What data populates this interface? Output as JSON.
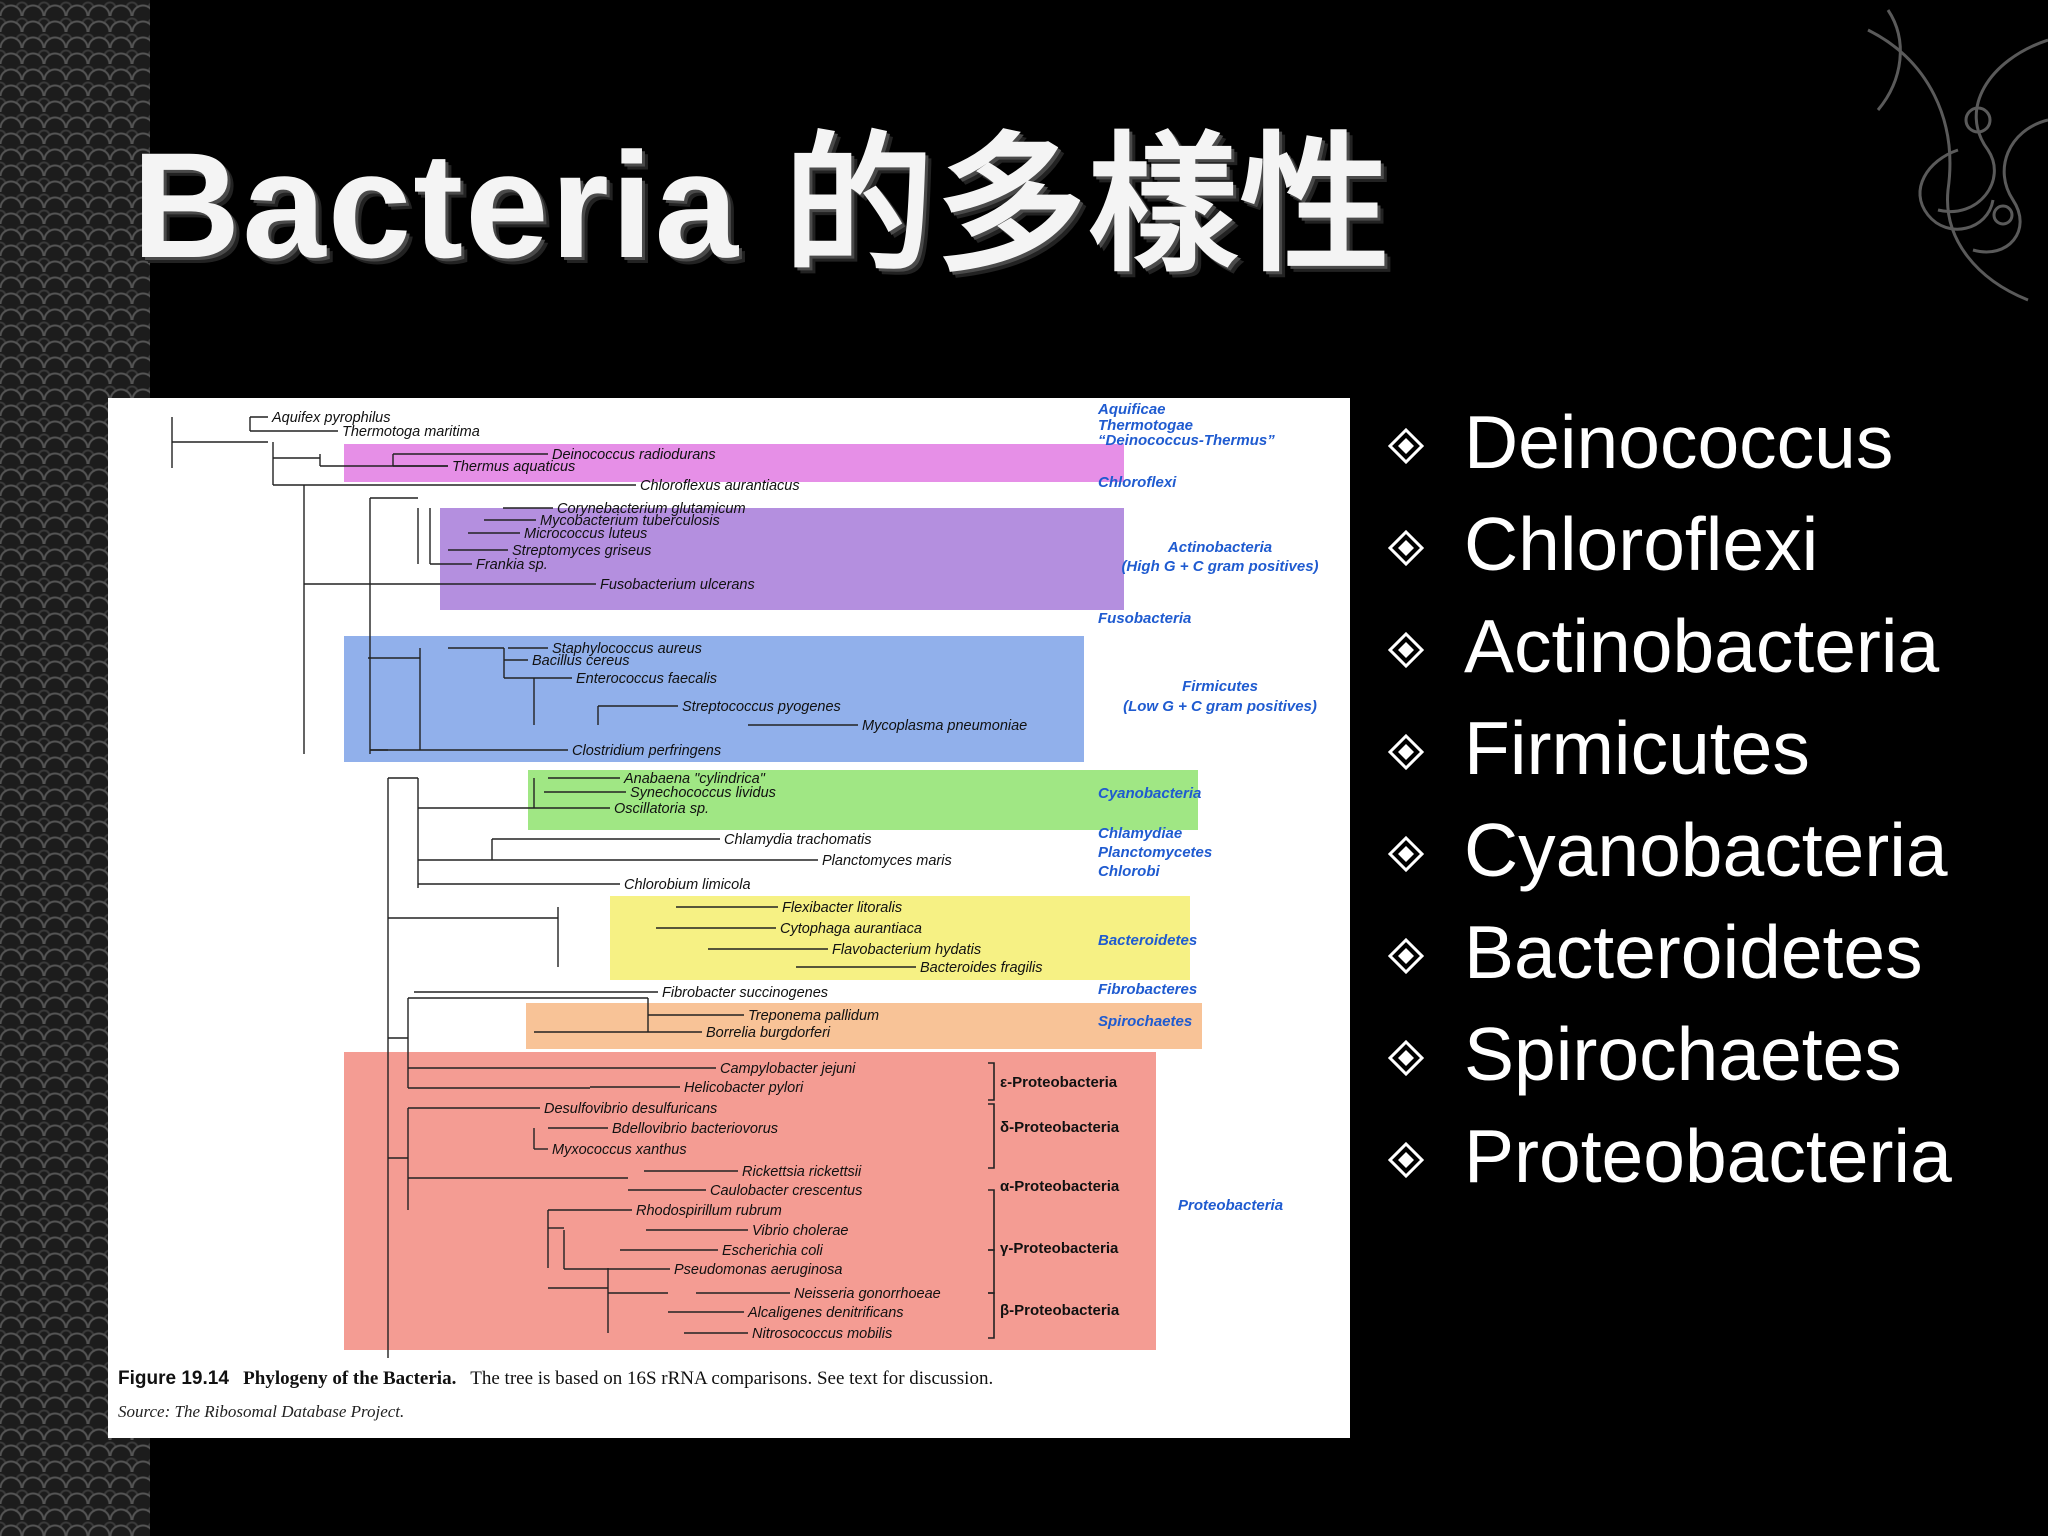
{
  "slide": {
    "title": "Bacteria 的多樣性",
    "bullets": [
      "Deinococcus",
      "Chloroflexi",
      "Actinobacteria",
      "Firmicutes",
      "Cyanobacteria",
      "Bacteroidetes",
      "Spirochaetes",
      "Proteobacteria"
    ]
  },
  "figure": {
    "caption_number": "Figure 19.14",
    "caption_heading": "Phylogeny of the Bacteria.",
    "caption_text": "The tree is based on 16S rRNA comparisons. See text for discussion.",
    "caption_source": "Source: The Ribosomal Database Project.",
    "tree": {
      "taxa": [
        "Aquifex pyrophilus",
        "Thermotoga maritima",
        "Deinococcus radiodurans",
        "Thermus aquaticus",
        "Chloroflexus aurantiacus",
        "Corynebacterium glutamicum",
        "Mycobacterium tuberculosis",
        "Micrococcus luteus",
        "Streptomyces griseus",
        "Frankia sp.",
        "Fusobacterium ulcerans",
        "Staphylococcus aureus",
        "Bacillus cereus",
        "Enterococcus faecalis",
        "Streptococcus pyogenes",
        "Mycoplasma pneumoniae",
        "Clostridium perfringens",
        "Anabaena \"cylindrica\"",
        "Synechococcus lividus",
        "Oscillatoria sp.",
        "Chlamydia trachomatis",
        "Planctomyces maris",
        "Chlorobium limicola",
        "Flexibacter litoralis",
        "Cytophaga aurantiaca",
        "Flavobacterium hydatis",
        "Bacteroides fragilis",
        "Fibrobacter succinogenes",
        "Treponema pallidum",
        "Borrelia burgdorferi",
        "Campylobacter jejuni",
        "Helicobacter pylori",
        "Desulfovibrio desulfuricans",
        "Bdellovibrio bacteriovorus",
        "Myxococcus xanthus",
        "Rickettsia rickettsii",
        "Caulobacter crescentus",
        "Rhodospirillum rubrum",
        "Vibrio cholerae",
        "Escherichia coli",
        "Pseudomonas aeruginosa",
        "Neisseria gonorrhoeae",
        "Alcaligenes denitrificans",
        "Nitrosococcus mobilis"
      ],
      "groups": [
        "Aquificae",
        "Thermotogae",
        "“Deinococcus-Thermus”",
        "Chloroflexi",
        "Actinobacteria",
        "(High G + C gram positives)",
        "Fusobacteria",
        "Firmicutes",
        "(Low G + C gram positives)",
        "Cyanobacteria",
        "Chlamydiae",
        "Planctomycetes",
        "Chlorobi",
        "Bacteroidetes",
        "Fibrobacteres",
        "Spirochaetes",
        "Proteobacteria"
      ],
      "subgroups": [
        "ε-Proteobacteria",
        "δ-Proteobacteria",
        "α-Proteobacteria",
        "γ-Proteobacteria",
        "β-Proteobacteria"
      ]
    }
  },
  "colors": {
    "background": "#000000",
    "group_label": "#1f5bd0",
    "deinococcus_band": "#e27be3",
    "actino_band": "#a77bd9",
    "firmicutes_band": "#7ea2e8",
    "cyano_band": "#8fe36e",
    "bacteroidetes_band": "#f4ef6e",
    "spirochaetes_band": "#f7b985",
    "proteo_band": "#f28b80"
  },
  "icons": {
    "bullet": "diamond-bullet-icon",
    "ornament": "swirl-ornament-icon"
  }
}
